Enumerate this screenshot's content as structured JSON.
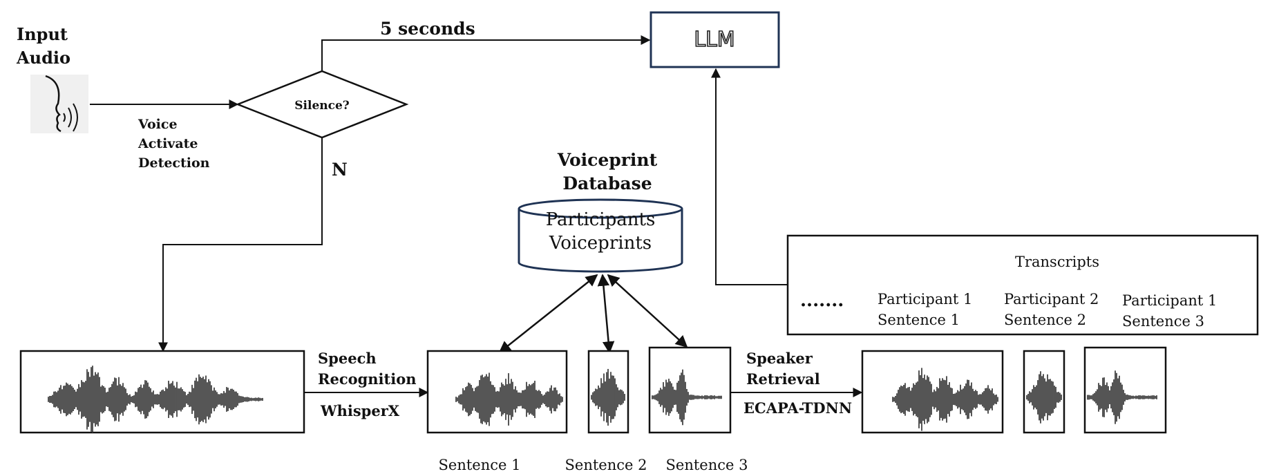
{
  "input": {
    "title_line1": "Input",
    "title_line2": "Audio"
  },
  "vad": {
    "line1": "Voice",
    "line2": "Activate",
    "line3": "Detection"
  },
  "decision": {
    "label": "Silence?",
    "yes_label": "5 seconds",
    "no_label": "N"
  },
  "llm": {
    "label": "LLM"
  },
  "database": {
    "title_line1": "Voiceprint",
    "title_line2": "Database",
    "content_line1": "Participants",
    "content_line2": "Voiceprints"
  },
  "speech_recognition": {
    "line1": "Speech",
    "line2": "Recognition",
    "model": "WhisperX"
  },
  "speaker_retrieval": {
    "line1": "Speaker",
    "line2": "Retrieval",
    "model": "ECAPA-TDNN"
  },
  "sentences": [
    "Sentence 1",
    "Sentence 2",
    "Sentence 3"
  ],
  "transcripts": {
    "title": "Transcripts",
    "ellipsis": "·······",
    "entries": [
      {
        "speaker": "Participant 1",
        "sentence": "Sentence 1"
      },
      {
        "speaker": "Participant 2",
        "sentence": "Sentence 2"
      },
      {
        "speaker": "Participant 1",
        "sentence": "Sentence 3"
      }
    ]
  },
  "colors": {
    "line": "#111111",
    "box_navy": "#1f3354",
    "waveform": "#2b2b2b"
  }
}
